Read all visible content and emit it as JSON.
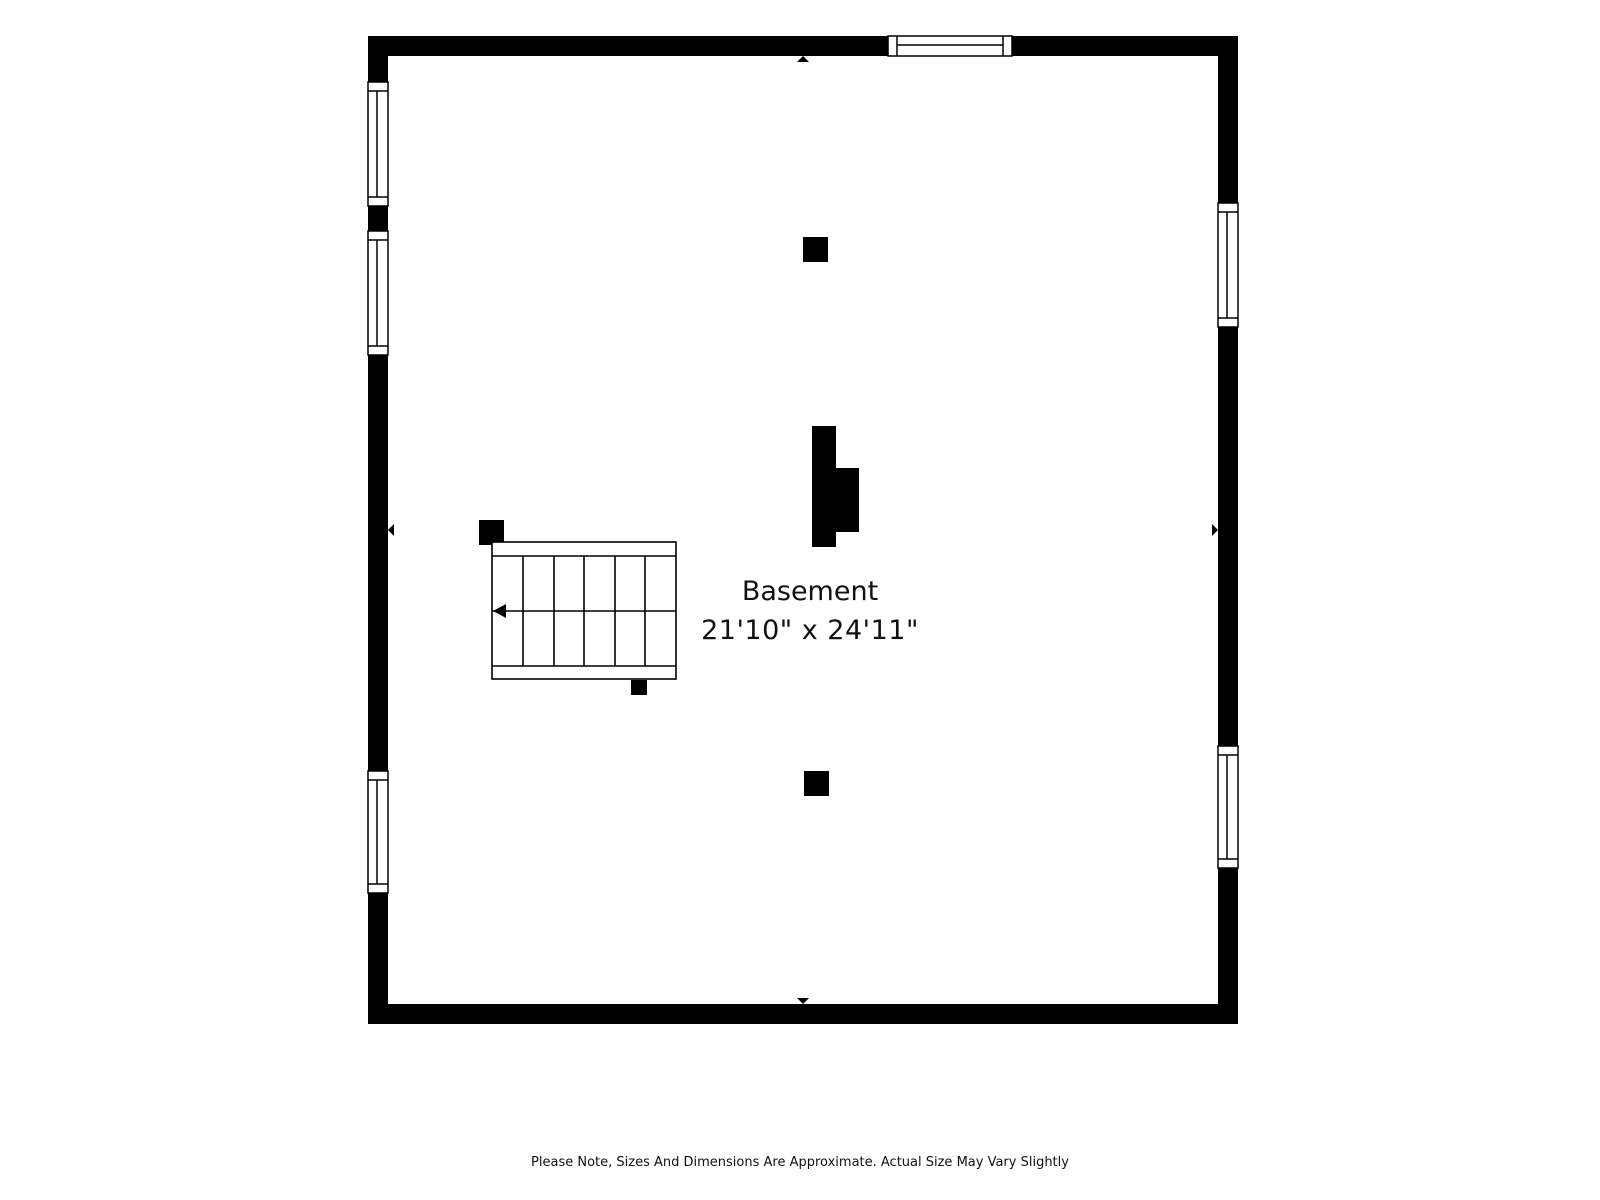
{
  "room": {
    "name": "Basement",
    "dimensions": "21'10\" x 24'11\""
  },
  "footer": {
    "note": "Please Note, Sizes And Dimensions Are Approximate. Actual Size May Vary Slightly"
  },
  "colors": {
    "wall": "#000000",
    "floor": "#ffffff",
    "text": "#111111"
  }
}
